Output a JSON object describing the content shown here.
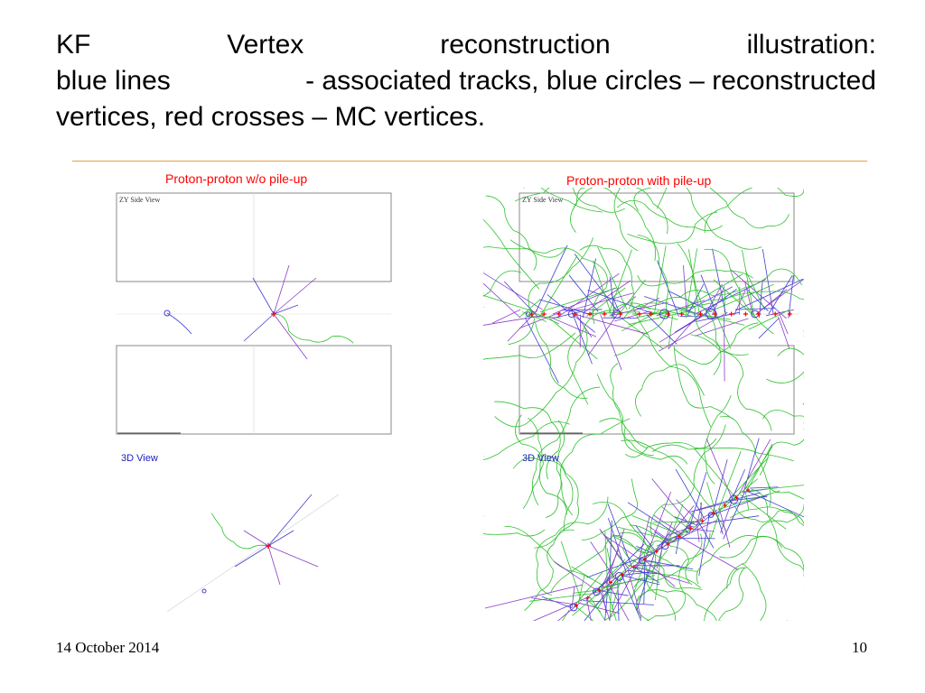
{
  "slide": {
    "title_line1": [
      "KF",
      "Vertex",
      "reconstruction",
      "illustration:"
    ],
    "title_line2": [
      "blue lines",
      "- associated tracks, blue circles – reconstructed"
    ],
    "title_line3": "vertices, red crosses – MC vertices.",
    "footer_date": "14 October 2014",
    "page_number": "10"
  },
  "left_figure": {
    "caption": "Proton-proton w/o pile-up",
    "zy_label": "ZY Side View",
    "view3d_label": "3D View"
  },
  "right_figure": {
    "caption": "Proton-proton with pile-up",
    "zy_label": "ZY Side View",
    "view3d_label": "3D View"
  },
  "colors": {
    "track": "#4040d0",
    "track_alt": "#8a3ec8",
    "secondary": "#30c030",
    "mc_vertex": "#ff0000",
    "divider": "#e8a040"
  }
}
